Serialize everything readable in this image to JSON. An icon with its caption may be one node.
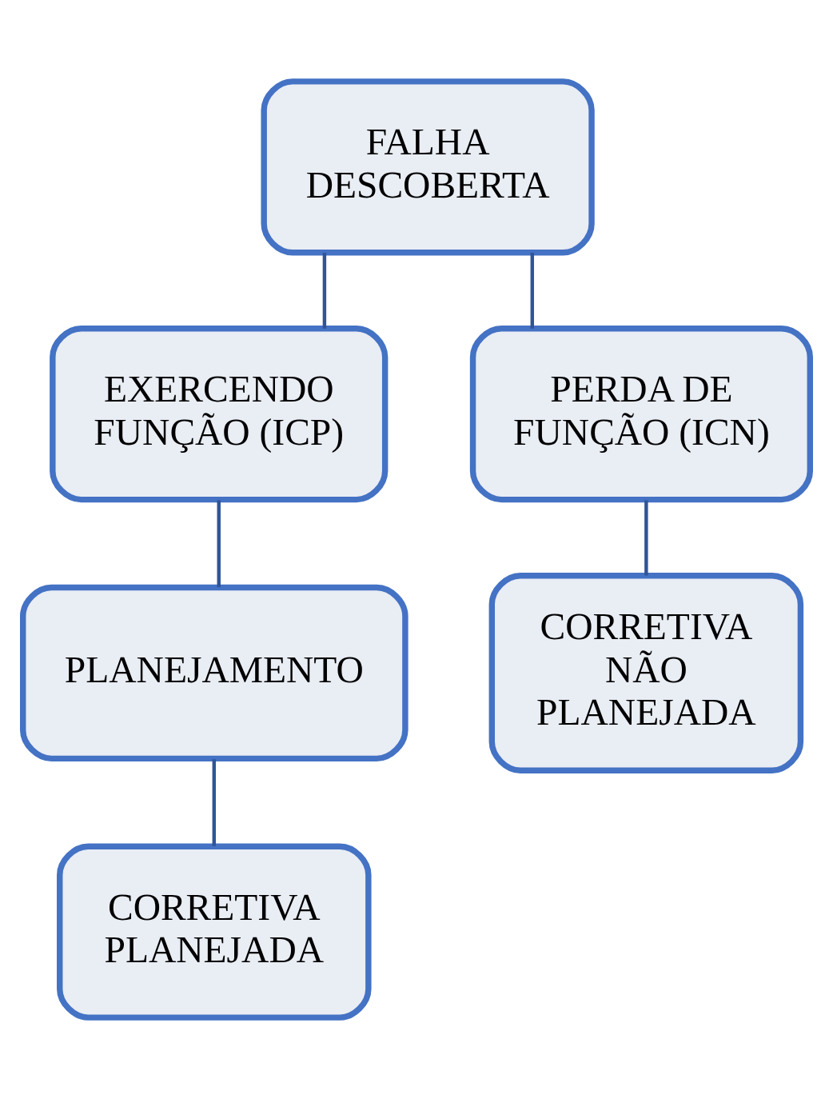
{
  "diagram": {
    "nodes": [
      {
        "text": [
          "FALHA DESCOBERTA"
        ]
      },
      {
        "text": [
          "EXERCENDO FUNÇÃO (ICP)"
        ]
      },
      {
        "text": [
          "PERDA DE FUNÇÃO (ICN)"
        ]
      },
      {
        "text": [
          "PLANEJAMENTO"
        ]
      },
      {
        "text": [
          "CORRETIVA NÃO PLANEJADA"
        ]
      },
      {
        "text": [
          "CORRETIVA PLANEJADA"
        ]
      }
    ],
    "edges": [
      {
        "from": 0,
        "to": 1,
        "arrow": "none"
      },
      {
        "from": 0,
        "to": 2,
        "arrow": "none"
      },
      {
        "from": 1,
        "to": 3,
        "arrow": "none"
      },
      {
        "from": 2,
        "to": 4,
        "arrow": "none"
      },
      {
        "from": 3,
        "to": 5,
        "arrow": "none"
      }
    ]
  }
}
